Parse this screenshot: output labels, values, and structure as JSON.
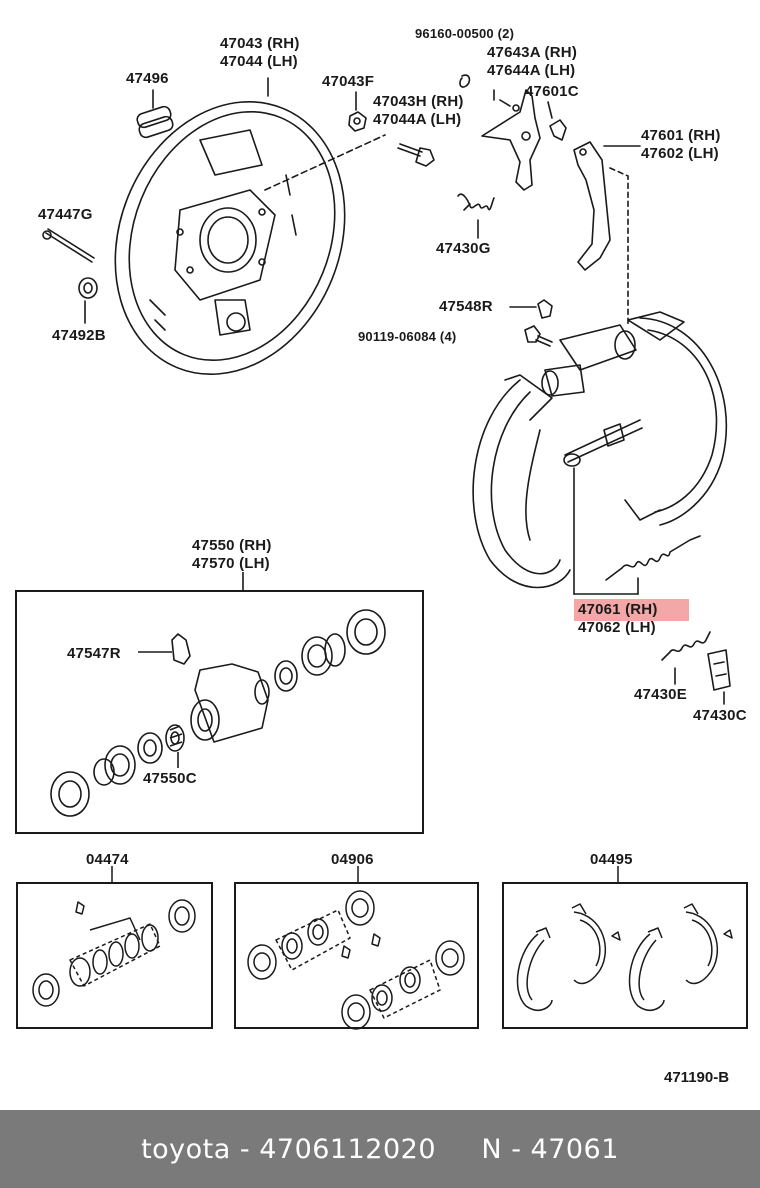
{
  "labels": {
    "backing_plate": [
      "47043 (RH)",
      "47044 (LH)"
    ],
    "plug": "47496",
    "nut": "47043F",
    "bolt_set": "96160-00500 (2)",
    "lever_rh_lh": [
      "47643A (RH)",
      "47644A (LH)"
    ],
    "clip": "47601C",
    "bolt_h": [
      "47043H (RH)",
      "47044A (LH)"
    ],
    "lever": [
      "47601 (RH)",
      "47602 (LH)"
    ],
    "pin": "47447G",
    "spring_g": "47430G",
    "washer": "47492B",
    "bleeder": "47548R",
    "bolt": "90119-06084 (4)",
    "shoe": [
      "47061 (RH)",
      "47062 (LH)"
    ],
    "spring_e": "47430E",
    "retainer": "47430C",
    "wheel_cyl": [
      "47550 (RH)",
      "47570 (LH)"
    ],
    "bleeder_plug": "47547R",
    "cup": "47550C",
    "kit1": "04474",
    "kit2": "04906",
    "kit3": "04495"
  },
  "diagram_code": "471190-B",
  "footer": {
    "text": "toyota - 4706112020     N - 47061"
  },
  "highlight_color": "#f08a8a"
}
